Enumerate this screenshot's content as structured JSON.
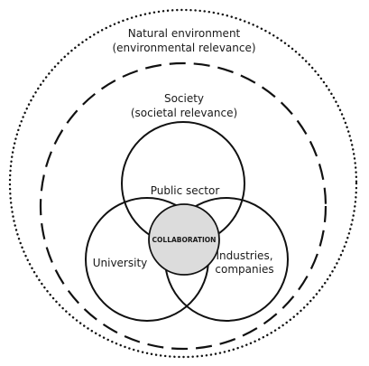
{
  "outer_ring": {
    "line1": "Natural environment",
    "line2": "(environmental relevance)"
  },
  "middle_ring": {
    "line1": "Society",
    "line2": "(societal relevance)"
  },
  "venn": {
    "top": "Public sector",
    "left": "University",
    "right_line1": "Industries,",
    "right_line2": "companies",
    "center": "COLLABORATION"
  },
  "colors": {
    "stroke": "#111111",
    "center_fill": "#dcdcdc",
    "background": "#ffffff"
  }
}
